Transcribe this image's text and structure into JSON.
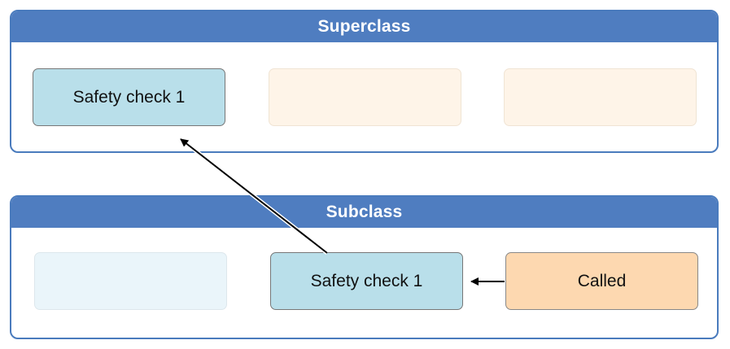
{
  "superclass": {
    "title": "Superclass",
    "cells": [
      "Safety check 1",
      "",
      ""
    ]
  },
  "subclass": {
    "title": "Subclass",
    "cells": [
      "",
      "Safety check 1",
      "Called"
    ]
  },
  "colors": {
    "header": "#4f7dc0",
    "border": "#4a7bbd",
    "check_fill": "#b9dfea",
    "called_fill": "#fdd8b0",
    "faint_peach": "#fef4e8",
    "faint_blue": "#eaf5fa"
  }
}
